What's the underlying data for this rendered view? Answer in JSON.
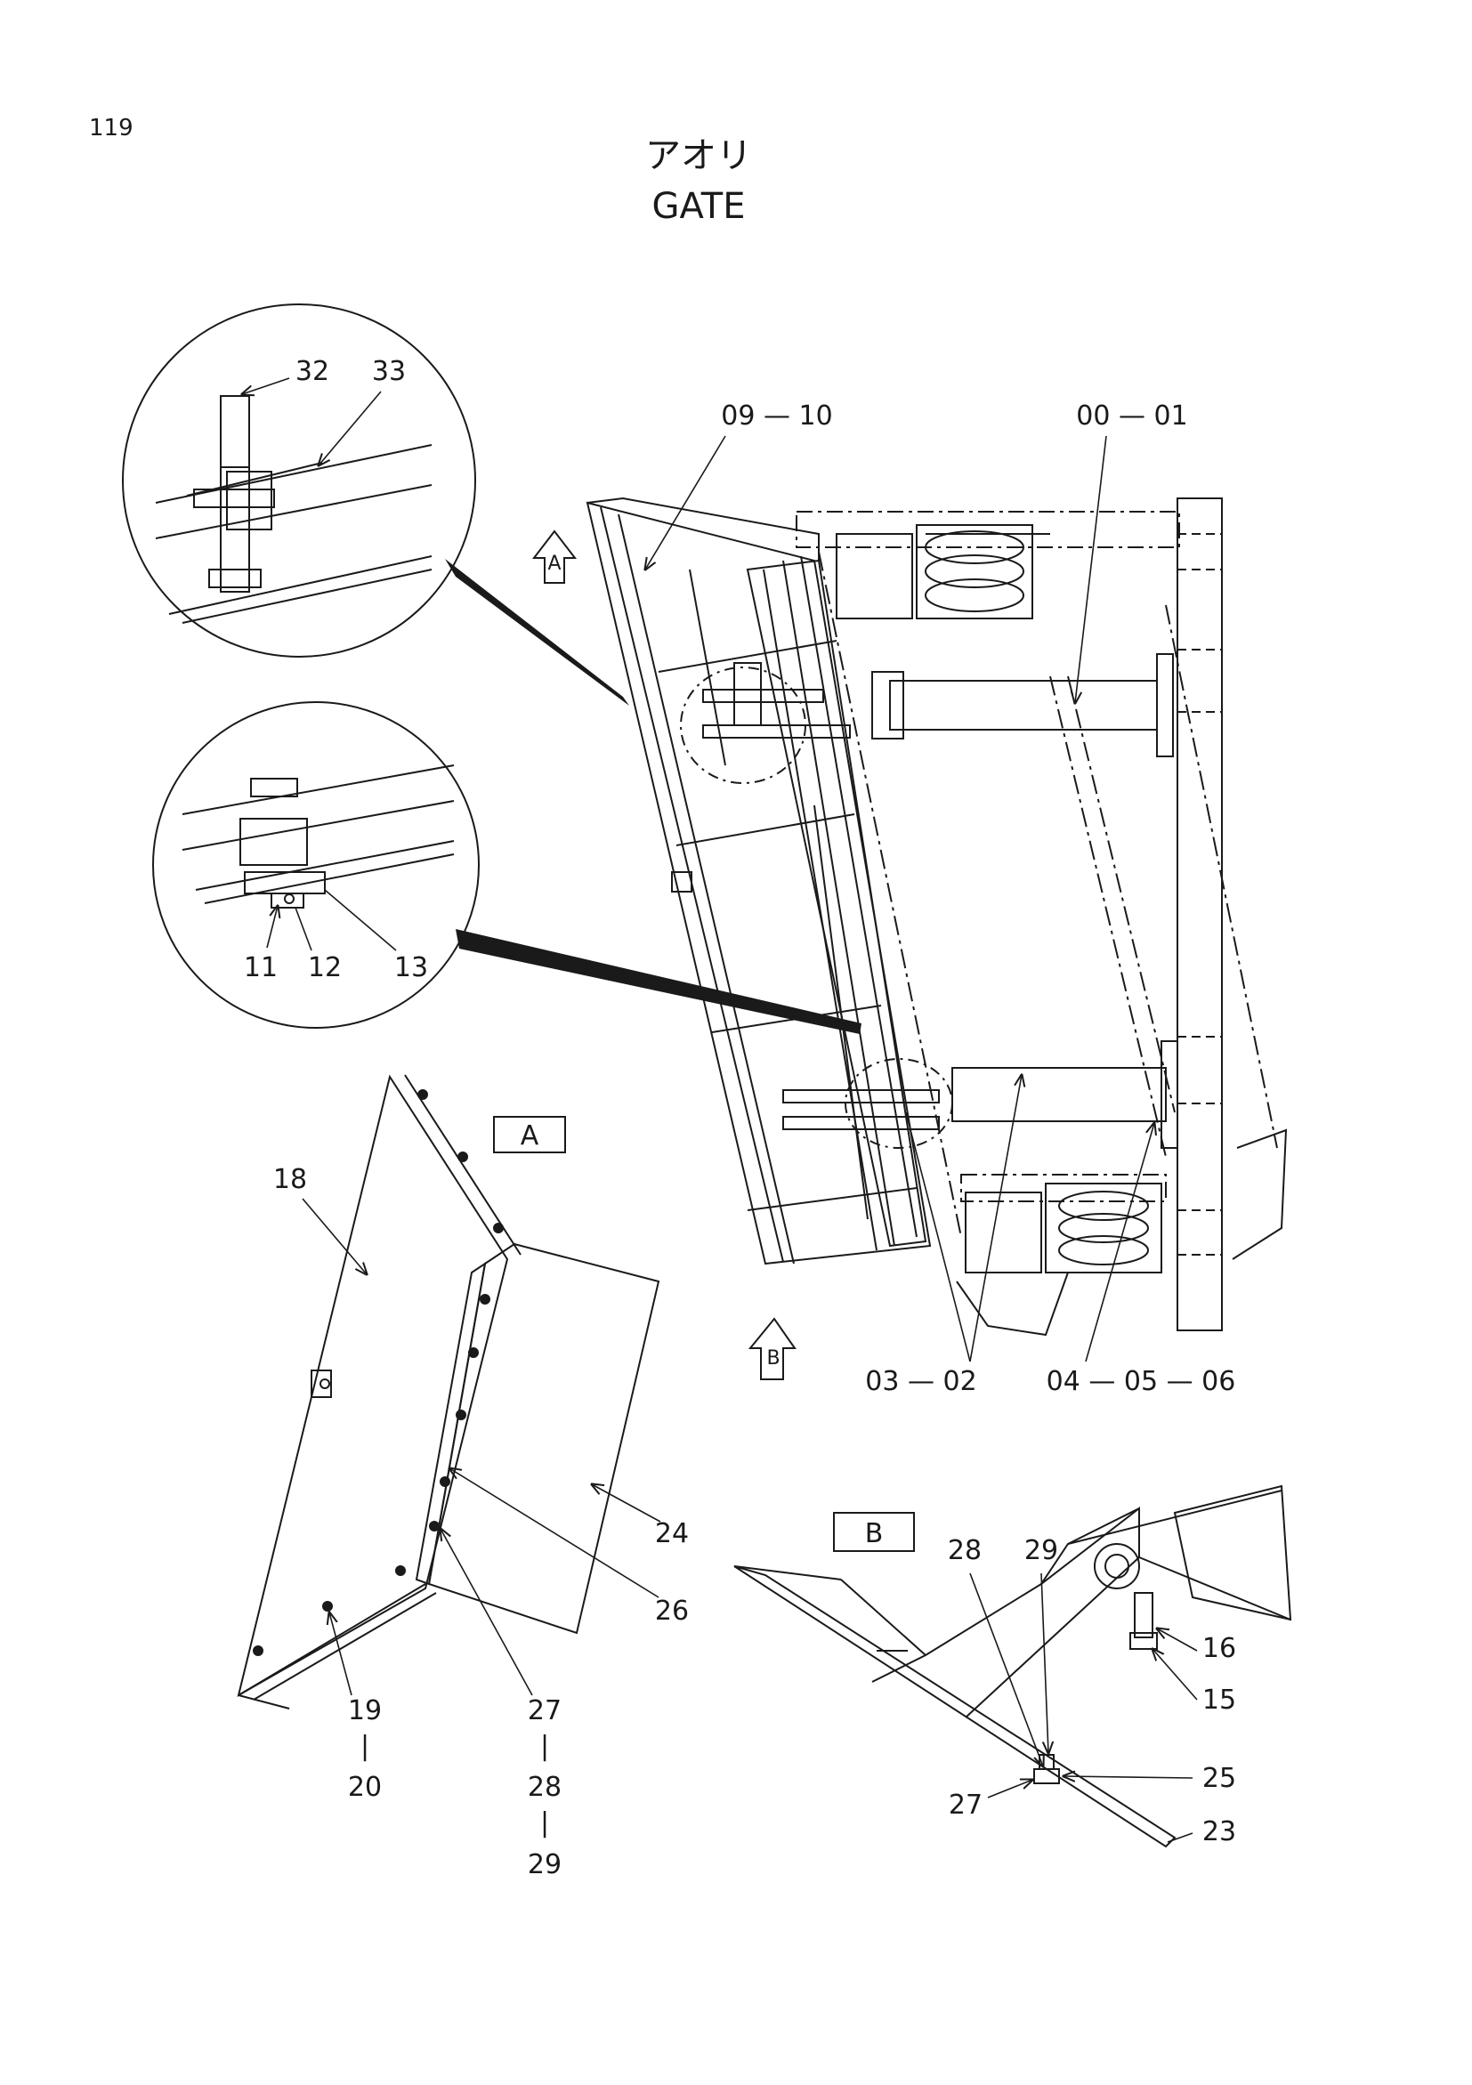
{
  "page_number": "119",
  "title_jp": "アオリ",
  "title_en": "GATE",
  "view_markers": {
    "a": "A",
    "b": "B"
  },
  "detail_a_labels": {
    "c1": "32",
    "c2": "33"
  },
  "detail_b_labels": {
    "c1": "11",
    "c2": "12",
    "c3": "13"
  },
  "main_labels": {
    "top_gate": "09 — 10",
    "top_frame": "00 — 01",
    "bottom_cyl": "03 — 02",
    "bottom_spring": "04 — 05 — 06"
  },
  "view_a": {
    "box": "A",
    "p18": "18",
    "p24": "24",
    "p26": "26",
    "p19": "19",
    "p20": "20",
    "p27": "27",
    "p28": "28",
    "p29": "29",
    "dash": "|"
  },
  "view_b": {
    "box": "B",
    "p28": "28",
    "p29": "29",
    "p16": "16",
    "p15": "15",
    "p25": "25",
    "p27": "27",
    "p23": "23"
  }
}
